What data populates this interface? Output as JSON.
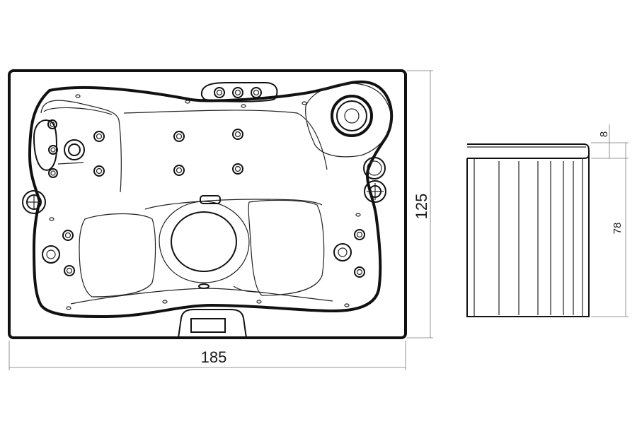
{
  "plan_view": {
    "width_label": "185",
    "depth_label": "125"
  },
  "side_view": {
    "rim_label": "8",
    "height_label": "78"
  },
  "colors": {
    "line": "#111111",
    "dimension": "#777777",
    "background": "#ffffff"
  }
}
